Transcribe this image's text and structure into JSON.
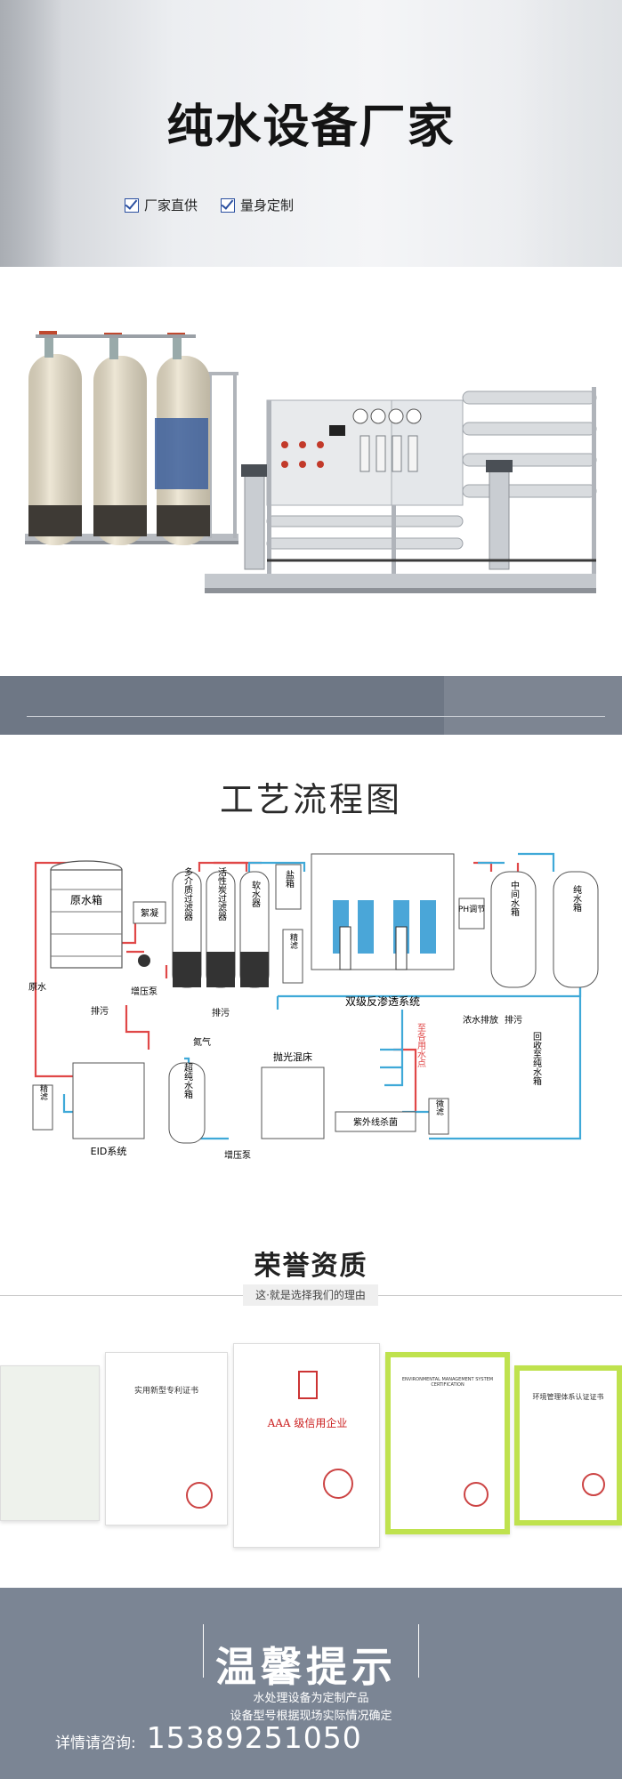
{
  "hero": {
    "title": "纯水设备厂家",
    "tags": [
      "厂家直供",
      "量身定制"
    ]
  },
  "process": {
    "title": "工艺流程图",
    "labels": {
      "raw_tank": "原水箱",
      "raw_water": "原水",
      "flocculant": "絮凝",
      "booster_pump": "增压泵",
      "drain": "排污",
      "multi_filter": "多介质过滤器",
      "carbon_filter": "活性炭过滤器",
      "softener": "软水器",
      "salt_tank": "盐箱",
      "fine_filter": "精滤",
      "ro_system": "双级反渗透系统",
      "ph": "PH调节",
      "concentrate": "浓水排放",
      "mid_tank": "中间水箱",
      "pure_tank": "纯水箱",
      "drain2": "排污",
      "nitrogen": "氮气",
      "ultra_pure_tank": "超纯水箱",
      "polish_bed": "抛光混床",
      "uv": "紫外线杀菌",
      "micro_filter": "微滤",
      "to_points": "至各用水点",
      "return_tank": "回收至纯水箱",
      "eid": "EID系统",
      "fine_filter2": "精滤",
      "booster_pump2": "增压泵"
    }
  },
  "honor": {
    "title": "荣誉资质",
    "subtitle": "这·就是选择我们的理由",
    "patent_title": "实用新型专利证书",
    "aaa_text": "AAA 级信用企业",
    "env_title": "环境管理体系认证证书",
    "env_cert_head": "ENVIRONMENTAL MANAGEMENT SYSTEM CERTIFICATION"
  },
  "footer": {
    "tip_title": "温馨提示",
    "line1": "水处理设备为定制产品",
    "line2": "设备型号根据现场实际情况确定",
    "contact_label": "详情请咨询:",
    "phone": "15389251050"
  },
  "colors": {
    "band": "#6e7785",
    "footer": "#7b8594",
    "check": "#2a4fa0",
    "pipe_red": "#e04848",
    "pipe_blue": "#3fa9d8"
  }
}
